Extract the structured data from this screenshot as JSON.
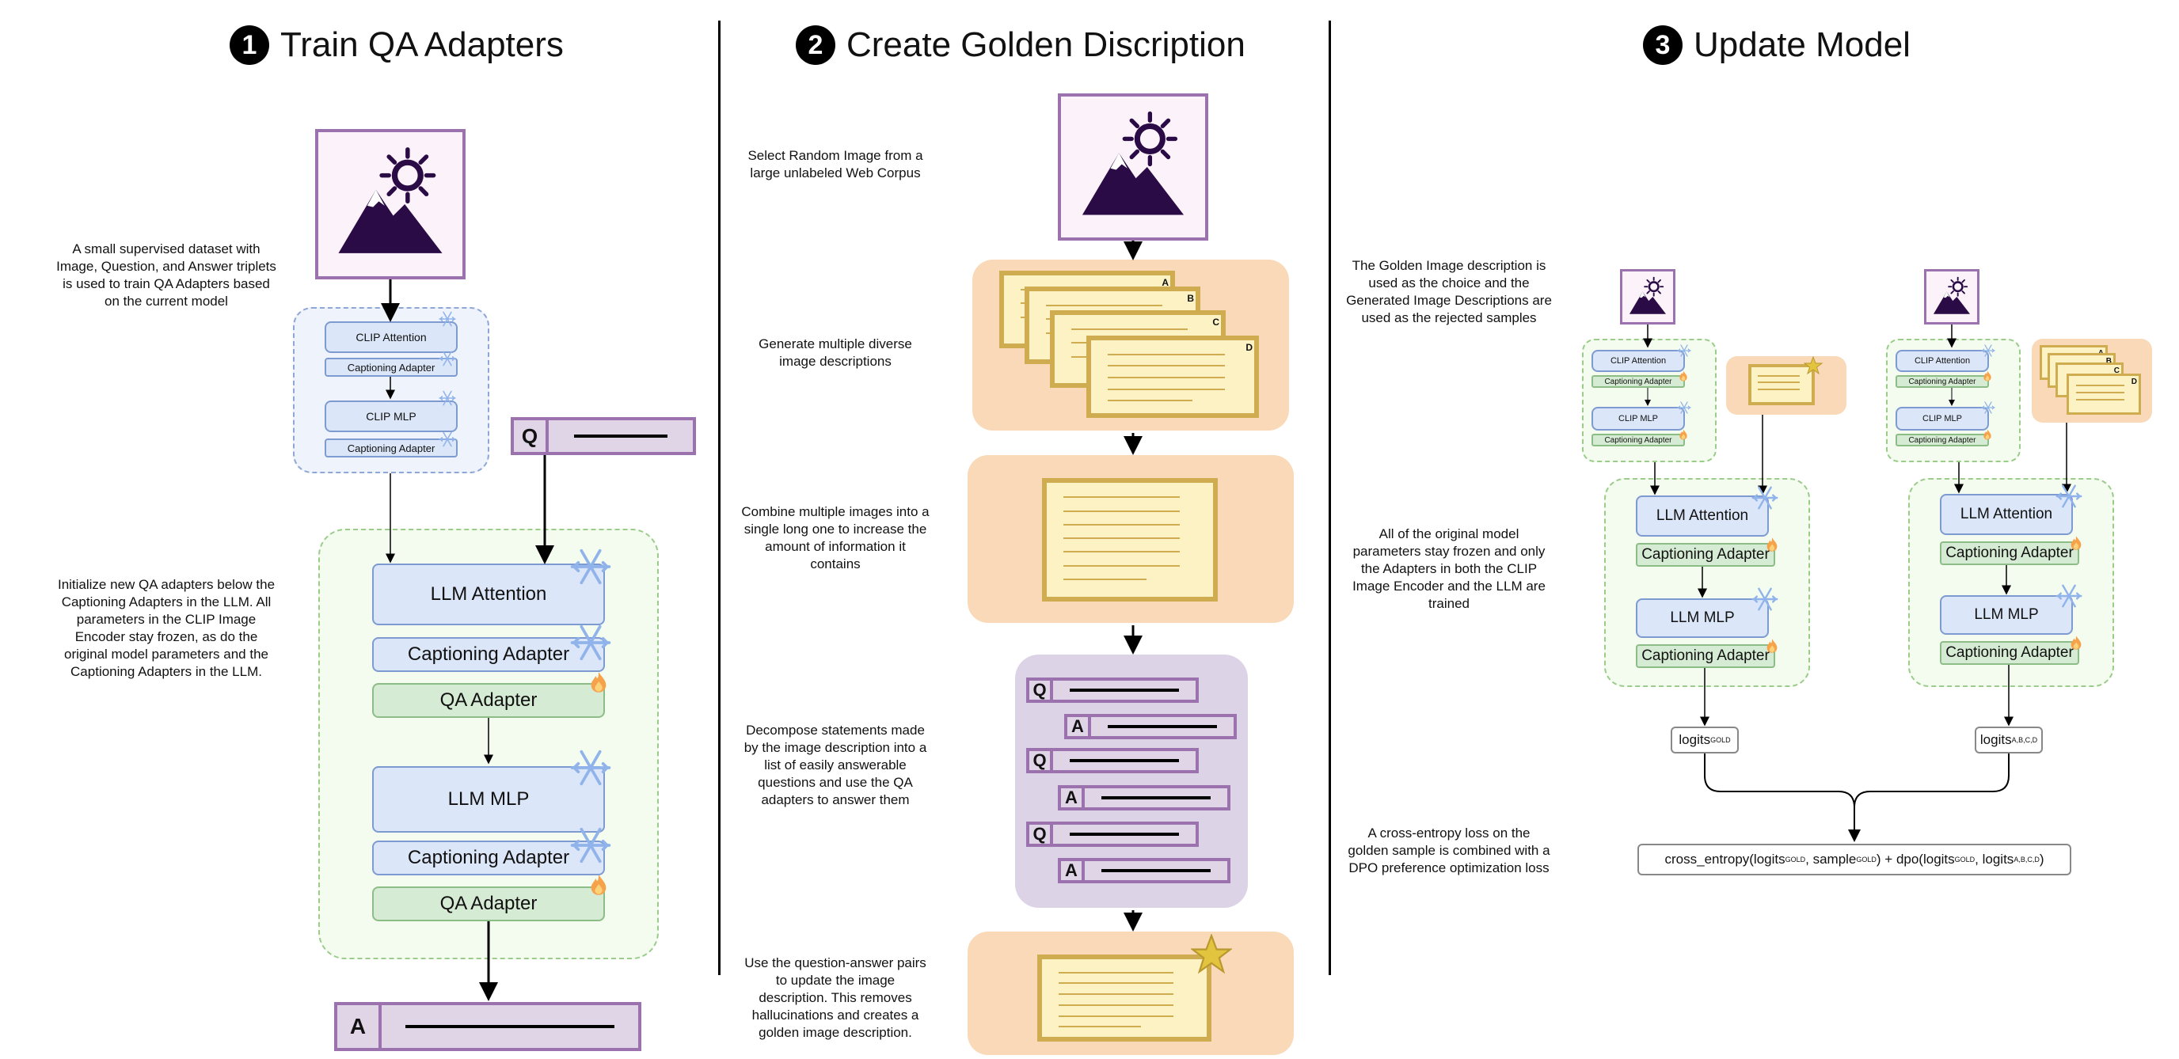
{
  "colors": {
    "purple": "#9b72ae",
    "blue_fill": "#dbe6f8",
    "green_fill": "#d6ebd3",
    "orange_panel": "#f9d9b8",
    "doc_gold": "#d0ac50"
  },
  "icons": [
    "mountain-sun-icon",
    "snowflake-icon",
    "flame-icon",
    "star-icon",
    "document-icon"
  ],
  "s1": {
    "num": "1",
    "title": "Train QA Adapters",
    "desc1": "A small supervised dataset with Image, Question, and Answer triplets is used to train QA Adapters based on the current model",
    "desc2": "Initialize new QA adapters below the Captioning Adapters in the LLM. All parameters in the CLIP Image Encoder stay frozen, as do the original model parameters and the Captioning Adapters in the LLM.",
    "clip_attention": "CLIP Attention",
    "cap_adapter": "Captioning Adapter",
    "clip_mlp": "CLIP MLP",
    "llm_attention": "LLM Attention",
    "llm_mlp": "LLM MLP",
    "qa_adapter": "QA Adapter",
    "q_letter": "Q",
    "a_letter": "A"
  },
  "s2": {
    "num": "2",
    "title": "Create Golden Discription",
    "desc1": "Select Random Image from a large unlabeled Web Corpus",
    "desc2": "Generate multiple diverse image descriptions",
    "desc3": "Combine multiple images into a single long one to increase the amount of information it contains",
    "desc4": "Decompose statements made by the image description into a list of easily answerable questions and use the QA adapters to answer them",
    "desc5": "Use the question-answer pairs to update the image description. This removes hallucinations and creates a golden image description.",
    "doc_tags": [
      "A",
      "B",
      "C",
      "D"
    ],
    "q_letter": "Q",
    "a_letter": "A"
  },
  "s3": {
    "num": "3",
    "title": "Update Model",
    "desc1": "The Golden Image description is used as the choice and the Generated Image Descriptions are used as the rejected samples",
    "desc2": "All of the original model parameters stay frozen and only the Adapters in both the CLIP Image Encoder and the LLM are trained",
    "desc3": "A cross-entropy loss on the golden sample is combined with a DPO preference optimization loss",
    "clip_attention": "CLIP Attention",
    "cap_adapter": "Captioning Adapter",
    "clip_mlp": "CLIP MLP",
    "llm_attention": "LLM Attention",
    "llm_mlp": "LLM MLP",
    "logits": "logits",
    "gold_sub": "GOLD",
    "abcd_sub": "A,B,C,D",
    "ce": "cross_entropy(logits",
    "sample": " , sample",
    "dpo": ") + dpo(logits",
    "comma": " , logits",
    "close": ")",
    "doc_tags": [
      "A",
      "B",
      "C",
      "D"
    ]
  }
}
